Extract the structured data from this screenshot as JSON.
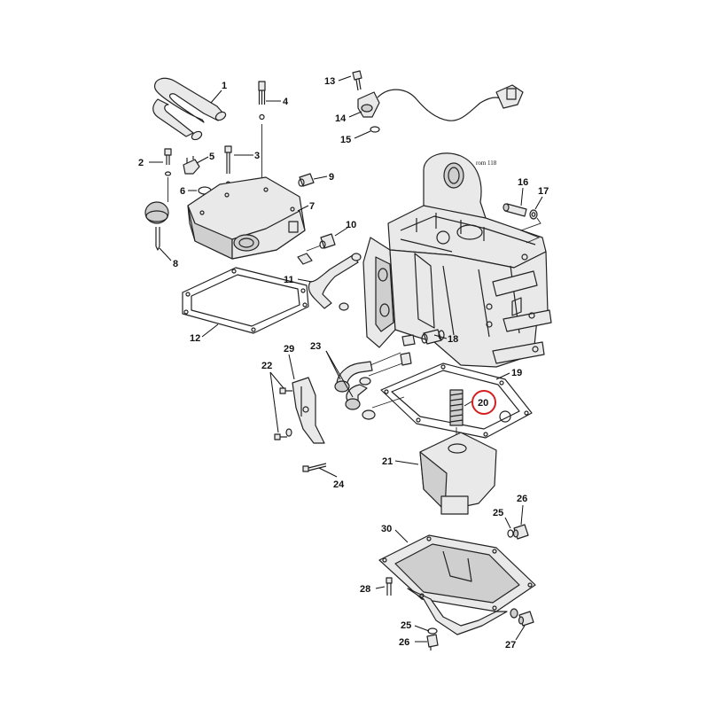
{
  "diagram": {
    "note": "rom 118",
    "highlight_color": "#d32020",
    "labels": [
      {
        "id": "1",
        "text": "1"
      },
      {
        "id": "2",
        "text": "2"
      },
      {
        "id": "3",
        "text": "3"
      },
      {
        "id": "4",
        "text": "4"
      },
      {
        "id": "5",
        "text": "5"
      },
      {
        "id": "6",
        "text": "6"
      },
      {
        "id": "7",
        "text": "7"
      },
      {
        "id": "8",
        "text": "8"
      },
      {
        "id": "9",
        "text": "9"
      },
      {
        "id": "10",
        "text": "10"
      },
      {
        "id": "11",
        "text": "11"
      },
      {
        "id": "12",
        "text": "12"
      },
      {
        "id": "13",
        "text": "13"
      },
      {
        "id": "14",
        "text": "14"
      },
      {
        "id": "15",
        "text": "15"
      },
      {
        "id": "16",
        "text": "16"
      },
      {
        "id": "17",
        "text": "17"
      },
      {
        "id": "18",
        "text": "18"
      },
      {
        "id": "19",
        "text": "19"
      },
      {
        "id": "20",
        "text": "20",
        "highlighted": true
      },
      {
        "id": "21",
        "text": "21"
      },
      {
        "id": "22",
        "text": "22"
      },
      {
        "id": "23",
        "text": "23"
      },
      {
        "id": "24",
        "text": "24"
      },
      {
        "id": "25a",
        "text": "25"
      },
      {
        "id": "26a",
        "text": "26"
      },
      {
        "id": "27",
        "text": "27"
      },
      {
        "id": "28",
        "text": "28"
      },
      {
        "id": "25b",
        "text": "25"
      },
      {
        "id": "26b",
        "text": "26"
      },
      {
        "id": "29",
        "text": "29"
      },
      {
        "id": "30",
        "text": "30"
      }
    ]
  }
}
